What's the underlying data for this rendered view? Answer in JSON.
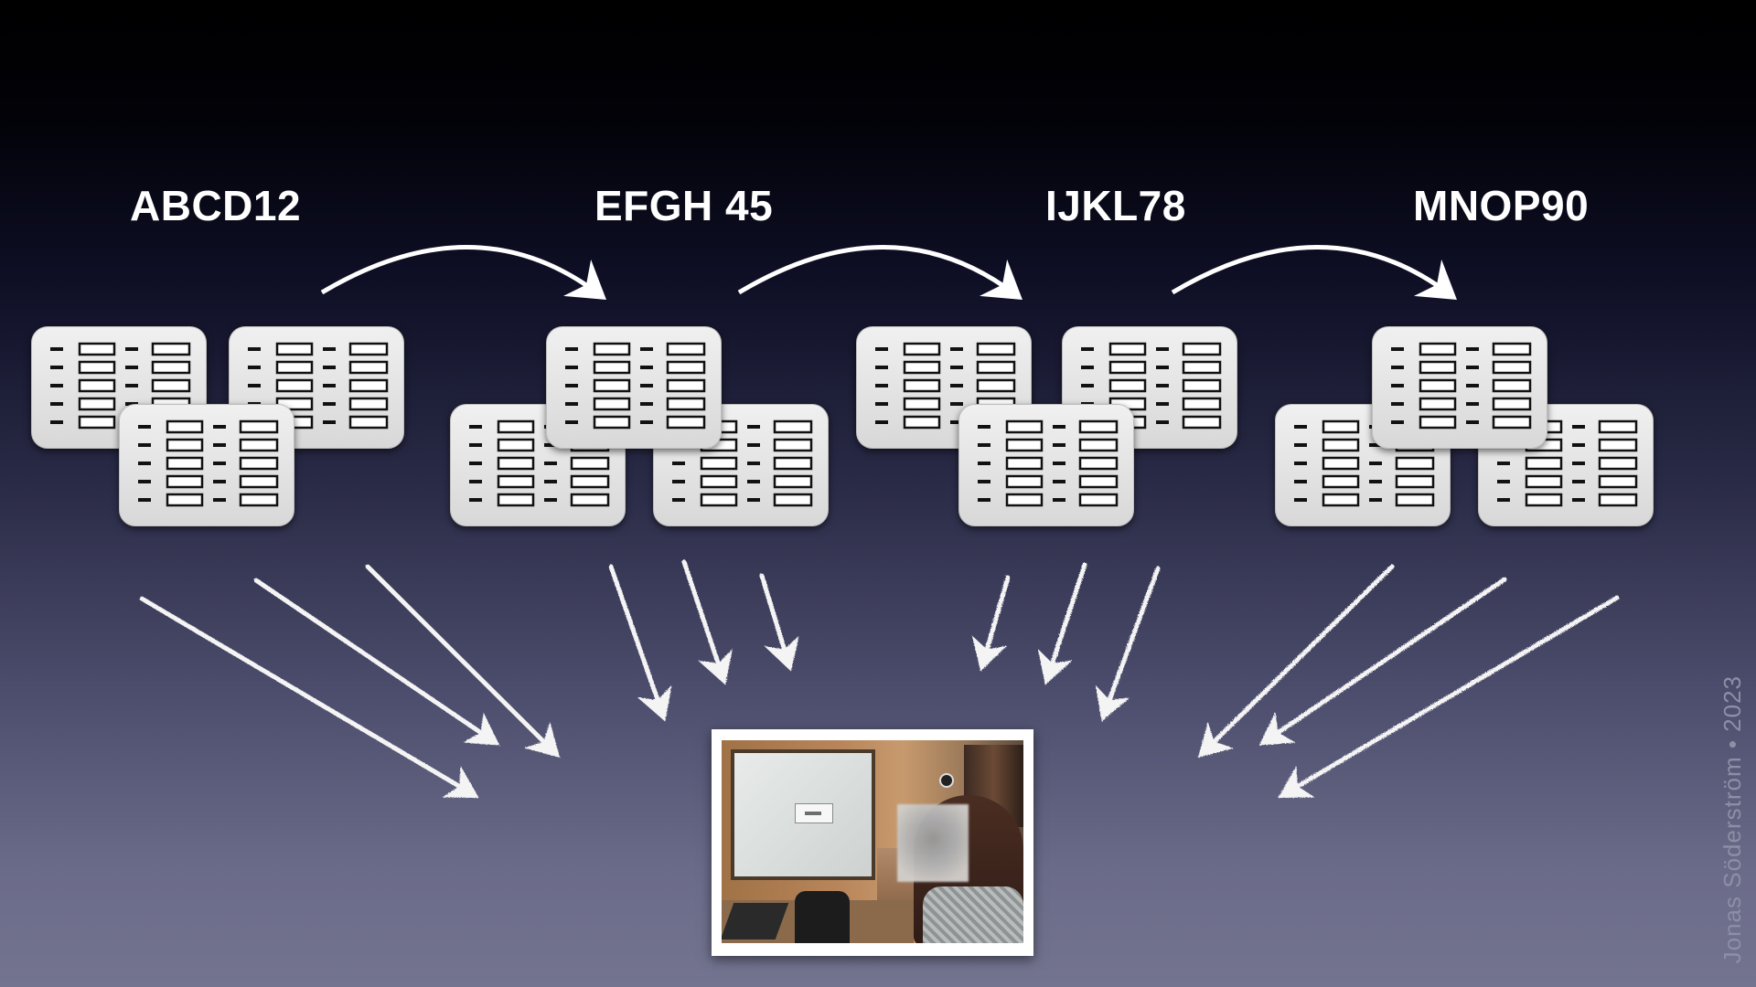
{
  "groups": [
    {
      "label": "ABCD12"
    },
    {
      "label": "EFGH 45"
    },
    {
      "label": "IJKL78"
    },
    {
      "label": "MNOP90"
    }
  ],
  "credit": "Jonas Söderström • 2023",
  "colors": {
    "background_top": "#000000",
    "background_bottom": "#73748f",
    "card_fill": "#e6e6e6",
    "arrow": "#ffffff",
    "label_text": "#ffffff"
  },
  "icons": {
    "data_card": "table-card-icon",
    "arrow": "curved-arrow",
    "input_arrow": "chalk-arrow"
  },
  "photo": {
    "content": "classroom-photo"
  }
}
